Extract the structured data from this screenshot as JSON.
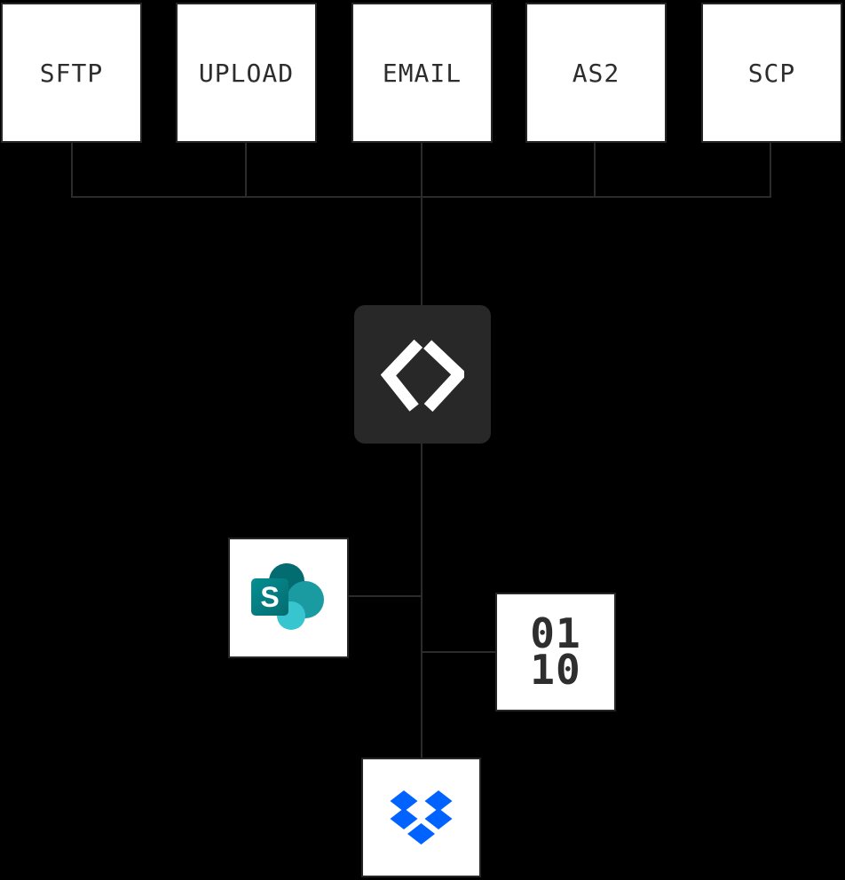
{
  "colors": {
    "background": "#000000",
    "connector_line": "#2b2b2b",
    "node_fill": "#ffffff",
    "node_border": "#262626",
    "label_text": "#2d2d2d",
    "hub_fill": "#282828",
    "hub_glyph": "#ffffff",
    "dropbox_blue": "#0062ff",
    "sharepoint_dark_teal": "#036c70",
    "sharepoint_mid_teal": "#1a9ba1",
    "sharepoint_light_teal": "#37c6d0"
  },
  "sources": [
    {
      "label": "SFTP"
    },
    {
      "label": "UPLOAD"
    },
    {
      "label": "EMAIL"
    },
    {
      "label": "AS2"
    },
    {
      "label": "SCP"
    }
  ],
  "hub": {
    "icon": "diamond-brackets-icon"
  },
  "destinations": {
    "sharepoint": {
      "icon": "sharepoint-icon",
      "letter": "S"
    },
    "binary": {
      "lines": [
        "01",
        "10"
      ]
    },
    "dropbox": {
      "icon": "dropbox-icon"
    }
  }
}
